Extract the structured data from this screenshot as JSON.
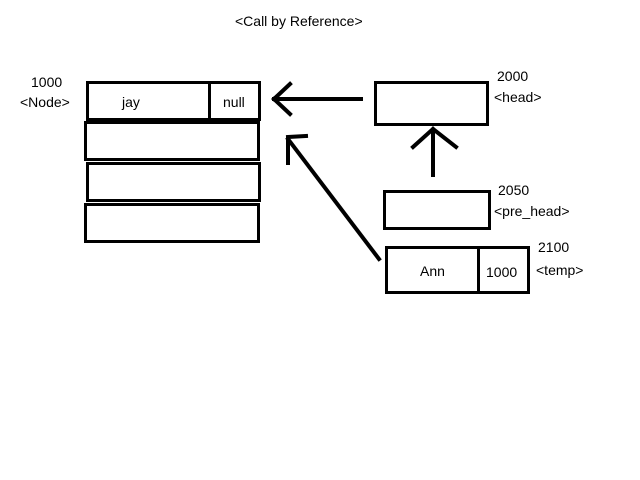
{
  "title": "<Call by Reference>",
  "node": {
    "address": "1000",
    "type_label": "<Node>",
    "row1": {
      "data": "jay",
      "next": "null"
    }
  },
  "head": {
    "address": "2000",
    "type_label": "<head>"
  },
  "pre_head": {
    "address": "2050",
    "type_label": "<pre_head>"
  },
  "temp": {
    "address": "2100",
    "type_label": "<temp>",
    "data": "Ann",
    "next": "1000"
  }
}
